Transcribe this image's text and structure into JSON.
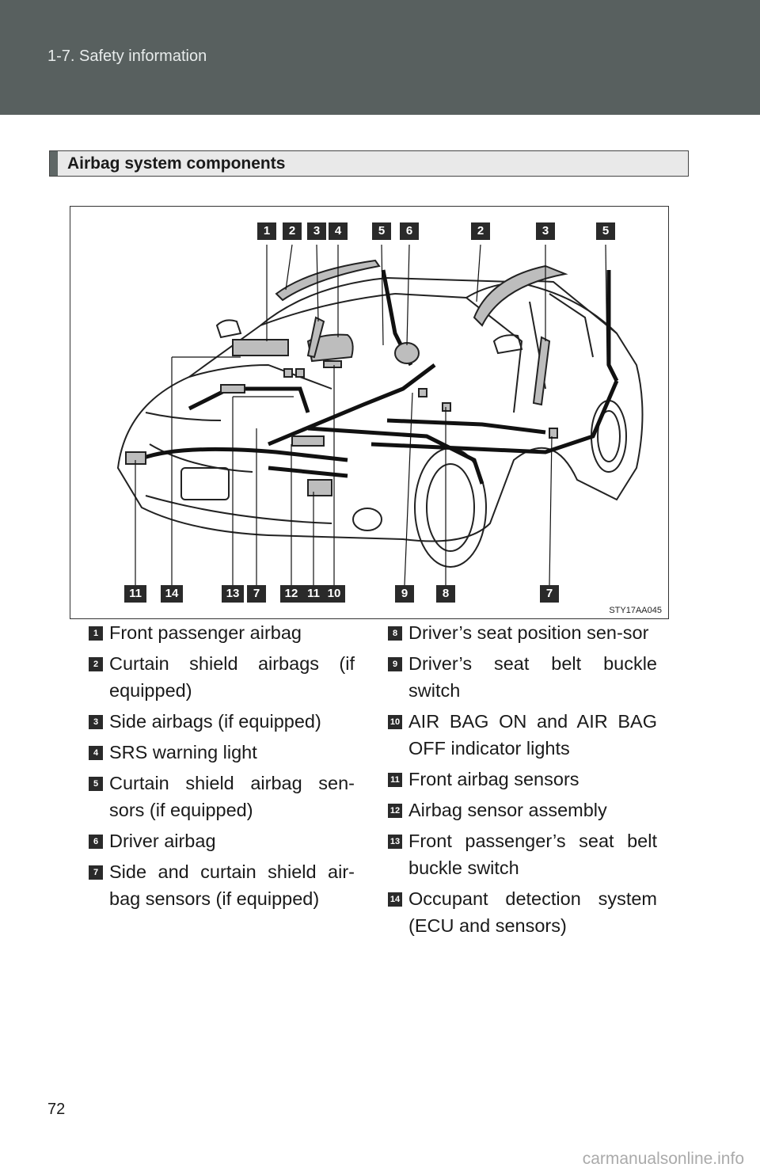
{
  "header": {
    "section": "1-7. Safety information"
  },
  "section_title": "Airbag system components",
  "figure": {
    "code": "STY17AA045",
    "top_labels": [
      "1",
      "2",
      "3",
      "4",
      "5",
      "6",
      "2",
      "3",
      "5"
    ],
    "bottom_labels": [
      "11",
      "14",
      "13",
      "7",
      "12",
      "11",
      "10",
      "9",
      "8",
      "7"
    ]
  },
  "legend_left": [
    {
      "n": "1",
      "text": "Front passenger airbag"
    },
    {
      "n": "2",
      "text": "Curtain shield airbags (if equipped)"
    },
    {
      "n": "3",
      "text": "Side airbags (if equipped)"
    },
    {
      "n": "4",
      "text": "SRS warning light"
    },
    {
      "n": "5",
      "text": "Curtain shield airbag sen-sors (if equipped)"
    },
    {
      "n": "6",
      "text": "Driver airbag"
    },
    {
      "n": "7",
      "text": "Side and curtain shield air-bag sensors (if equipped)"
    }
  ],
  "legend_right": [
    {
      "n": "8",
      "text": "Driver’s seat position sen-sor"
    },
    {
      "n": "9",
      "text": "Driver’s seat belt buckle switch"
    },
    {
      "n": "10",
      "text": "AIR BAG ON and AIR BAG OFF indicator lights"
    },
    {
      "n": "11",
      "text": "Front airbag sensors"
    },
    {
      "n": "12",
      "text": "Airbag sensor assembly"
    },
    {
      "n": "13",
      "text": "Front passenger’s seat belt buckle switch"
    },
    {
      "n": "14",
      "text": "Occupant detection system (ECU and sensors)"
    }
  ],
  "page_number": "72",
  "watermark": "carmanualsonline.info"
}
